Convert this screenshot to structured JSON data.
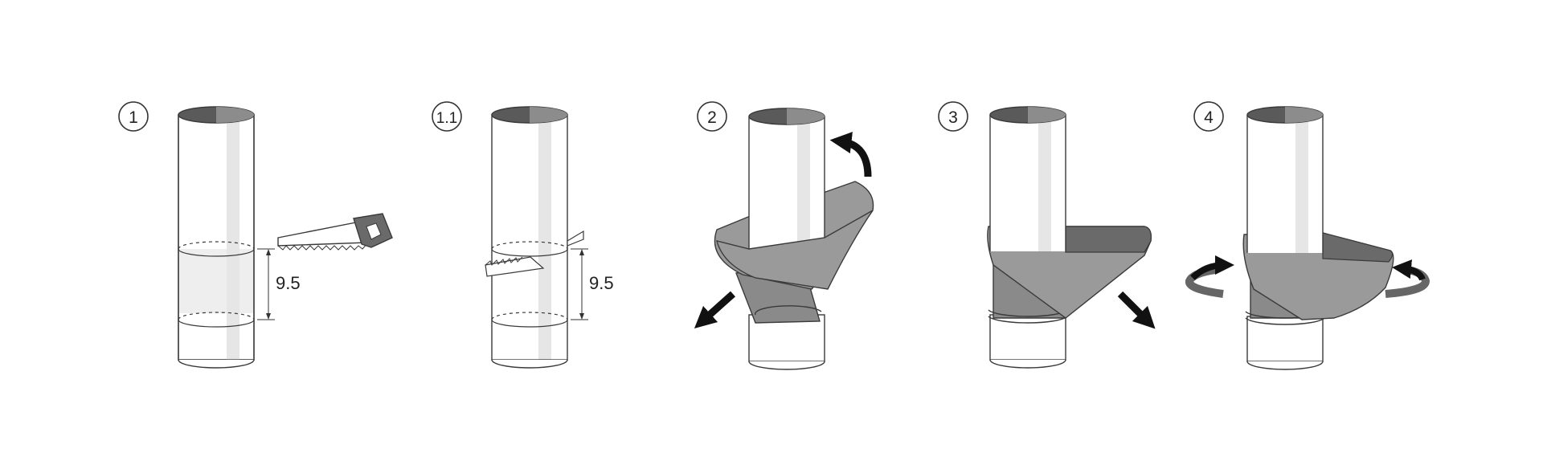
{
  "steps": [
    {
      "label": "1"
    },
    {
      "label": "1.1"
    },
    {
      "label": "2"
    },
    {
      "label": "3"
    },
    {
      "label": "4"
    }
  ],
  "measurements": {
    "cut_length_1": "9.5",
    "cut_length_2": "9.5"
  },
  "colors": {
    "outline": "#3a3a3a",
    "pipe_fill": "#ffffff",
    "pipe_highlight": "#e6e6e6",
    "pipe_top_dark": "#5a5a5a",
    "pipe_top_light": "#8c8c8c",
    "cut_section": "#eeeeee",
    "funnel_light": "#9a9a9a",
    "funnel_dark": "#6a6a6a",
    "arrow": "#111111"
  }
}
